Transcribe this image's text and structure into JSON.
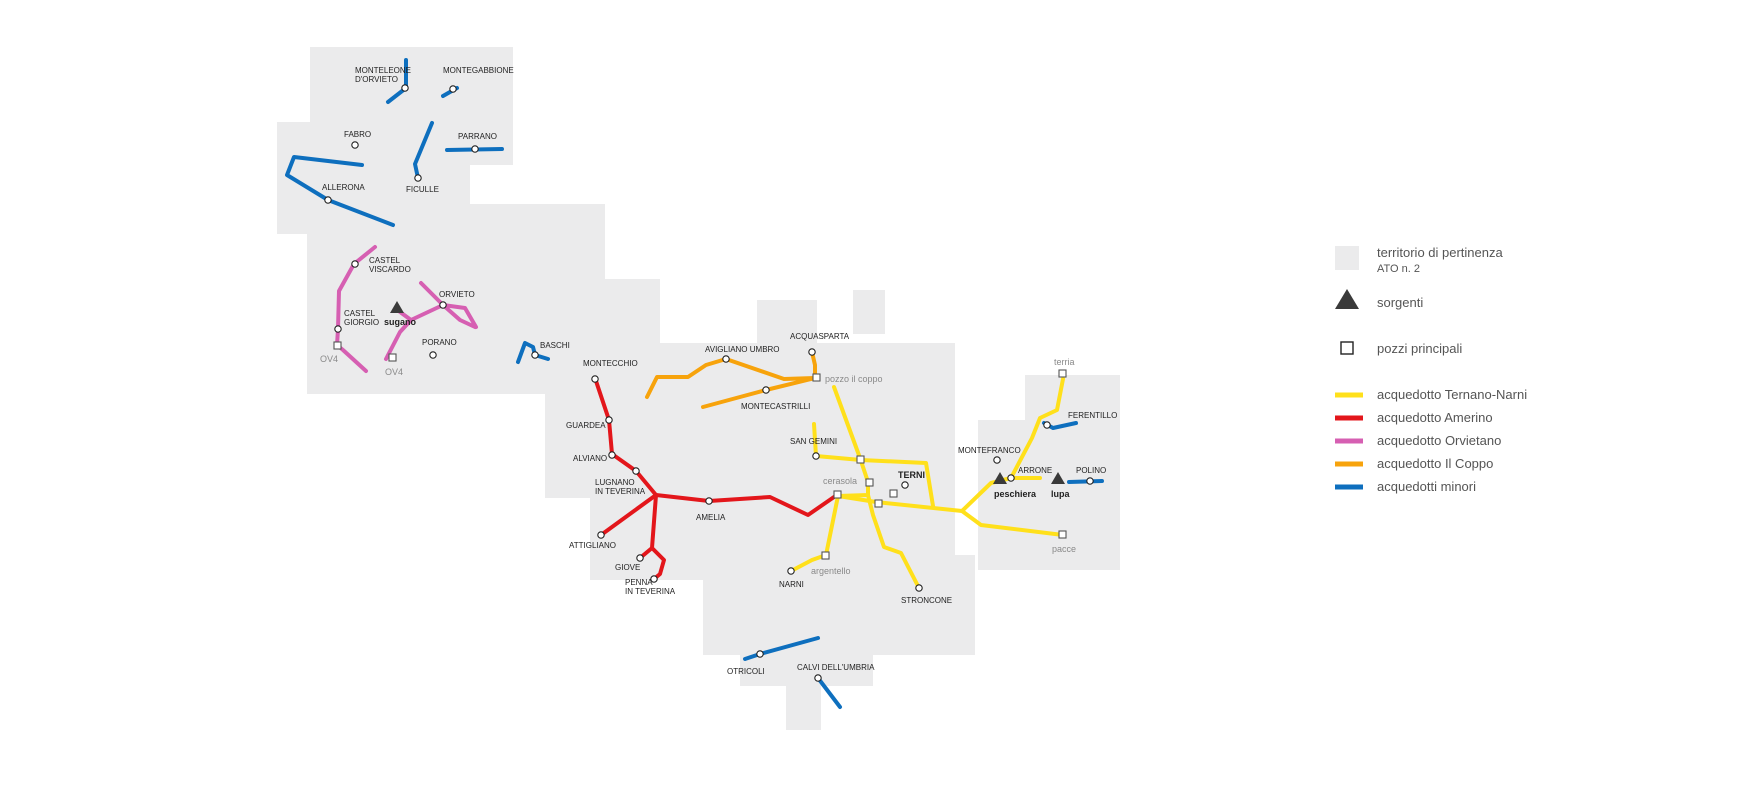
{
  "colors": {
    "territory": "#ebebec",
    "ternano_narni": "#ffe01b",
    "amerino": "#e3161b",
    "orvietano": "#d65fb2",
    "il_coppo": "#f7a30c",
    "minori": "#0e6fbe",
    "source": "#3a3a3a"
  },
  "legend": {
    "territory": "territorio di pertinenza",
    "territory_sub": "ATO n.  2",
    "sources": "sorgenti",
    "wells": "pozzi principali",
    "ternano_narni": "acquedotto Ternano-Narni",
    "amerino": "acquedotto Amerino",
    "orvietano": "acquedotto Orvietano",
    "il_coppo": "acquedotto Il Coppo",
    "minori": "acquedotti minori"
  },
  "towns": {
    "monteleone_line1": "MONTELEONE",
    "monteleone_line2": "D'ORVIETO",
    "montegabbione": "MONTEGABBIONE",
    "fabro": "FABRO",
    "parrano": "PARRANO",
    "allerona": "ALLERONA",
    "ficulle": "FICULLE",
    "castel_viscardo_line1": "CASTEL",
    "castel_viscardo_line2": "VISCARDO",
    "orvieto": "ORVIETO",
    "castel_giorgio_line1": "CASTEL",
    "castel_giorgio_line2": "GIORGIO",
    "porano": "PORANO",
    "baschi": "BASCHI",
    "montecchio": "MONTECCHIO",
    "guardea": "GUARDEA",
    "alviano": "ALVIANO",
    "lugnano_line1": "LUGNANO",
    "lugnano_line2": "IN TEVERINA",
    "amelia": "AMELIA",
    "attigliano": "ATTIGLIANO",
    "giove": "GIOVE",
    "penna_line1": "PENNA",
    "penna_line2": "IN TEVERINA",
    "avigliano": "AVIGLIANO UMBRO",
    "acquasparta": "ACQUASPARTA",
    "montecastrilli": "MONTECASTRILLI",
    "san_gemini": "SAN GEMINI",
    "terni": "TERNI",
    "narni": "NARNI",
    "stroncone": "STRONCONE",
    "montefranco": "MONTEFRANCO",
    "arrone": "ARRONE",
    "ferentillo": "FERENTILLO",
    "polino": "POLINO",
    "otricoli": "OTRICOLI",
    "calvi": "CALVI DELL'UMBRIA"
  },
  "places": {
    "ov4_a": "OV4",
    "ov4_b": "OV4",
    "pozzo_il_coppo": "pozzo il coppo",
    "cerasola": "cerasola",
    "argentello": "argentello",
    "terria": "terria",
    "pacce": "pacce"
  },
  "sources": {
    "sugano": "sugano",
    "peschiera": "peschiera",
    "lupa": "lupa"
  }
}
